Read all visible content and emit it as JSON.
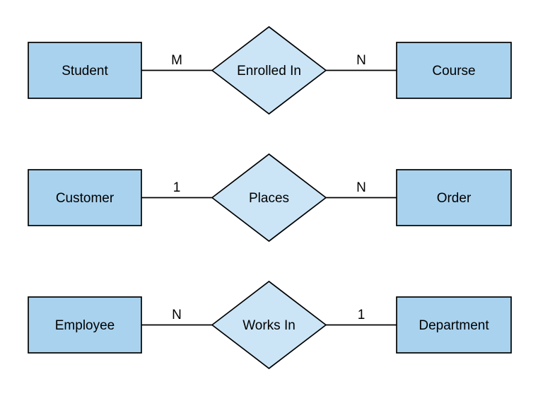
{
  "diagram": {
    "type": "er-diagram",
    "colors": {
      "entity_fill": "#A9D2EE",
      "relationship_fill": "#CBE5F7",
      "stroke": "#000000",
      "text": "#000000",
      "background": "#FFFFFF"
    },
    "rows": [
      {
        "left_entity": "Student",
        "left_cardinality": "M",
        "relationship": "Enrolled In",
        "right_cardinality": "N",
        "right_entity": "Course"
      },
      {
        "left_entity": "Customer",
        "left_cardinality": "1",
        "relationship": "Places",
        "right_cardinality": "N",
        "right_entity": "Order"
      },
      {
        "left_entity": "Employee",
        "left_cardinality": "N",
        "relationship": "Works In",
        "right_cardinality": "1",
        "right_entity": "Department"
      }
    ]
  }
}
